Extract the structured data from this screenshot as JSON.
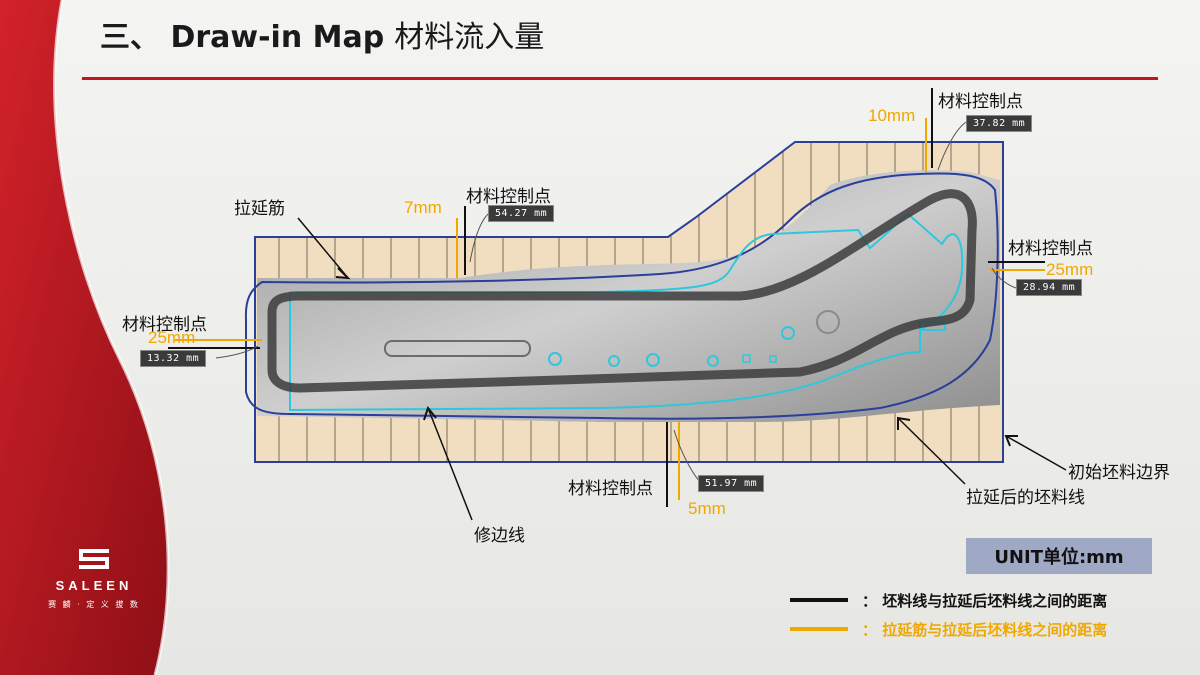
{
  "title": {
    "prefix": "三、 Draw-in Map",
    "chinese": "材料流入量"
  },
  "callouts": {
    "control_point_top": "材料控制点",
    "control_point_left_upper": "材料控制点",
    "control_point_right": "材料控制点",
    "control_point_left": "材料控制点",
    "control_point_bottom": "材料控制点",
    "draw_bead": "拉延筋",
    "trim_line": "修边线",
    "initial_blank": "初始坯料边界",
    "blank_after_draw": "拉延后的坯料线"
  },
  "dimensions": {
    "top": "10mm",
    "upper_left": "7mm",
    "right": "25mm",
    "left": "25mm",
    "bottom": "5mm"
  },
  "measurements": {
    "top": "37.82 mm",
    "upper_left": "54.27 mm",
    "right": "28.94 mm",
    "left": "13.32 mm",
    "bottom": "51.97 mm"
  },
  "unit_label": "UNIT单位:mm",
  "legend": [
    {
      "text": "：  坯料线与拉延后坯料线之间的距离",
      "color": "#111111"
    },
    {
      "text": "：  拉延筋与拉延后坯料线之间的距离",
      "color": "#f0a800"
    }
  ],
  "logo": {
    "word": "SALEEN",
    "tagline": "赛 麟 · 定 义 拔 数"
  },
  "colors": {
    "accent_red": "#c0181e",
    "dimension_orange": "#f0a800",
    "trim_cyan": "#2fc7dc",
    "blank_blue": "#2a3f9a"
  }
}
